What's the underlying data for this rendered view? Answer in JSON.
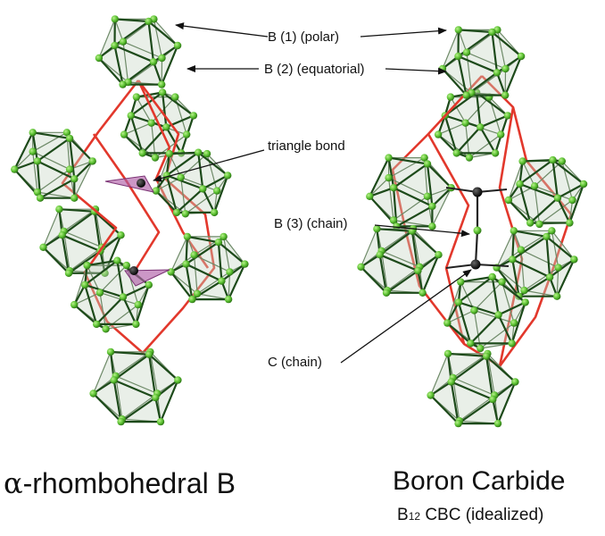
{
  "labels": {
    "b1": "B (1) (polar)",
    "b2": "B (2) (equatorial)",
    "triangle": "triangle bond",
    "b3": "B (3) (chain)",
    "c": "C (chain)"
  },
  "titles": {
    "left_alpha": "α",
    "left_rest": "-rhombohedral B",
    "right_main": "Boron Carbide",
    "right_sub_b": "B",
    "right_sub_n": "12",
    "right_sub_rest": " CBC (idealized)"
  },
  "colors": {
    "atom_green": "#5cc232",
    "edge_dark": "#1d4a1a",
    "face_fill": "#c9d6c4",
    "cell_red": "#e2382c",
    "triangle_pink": "#b060a8",
    "chain_atom": "#111111"
  }
}
